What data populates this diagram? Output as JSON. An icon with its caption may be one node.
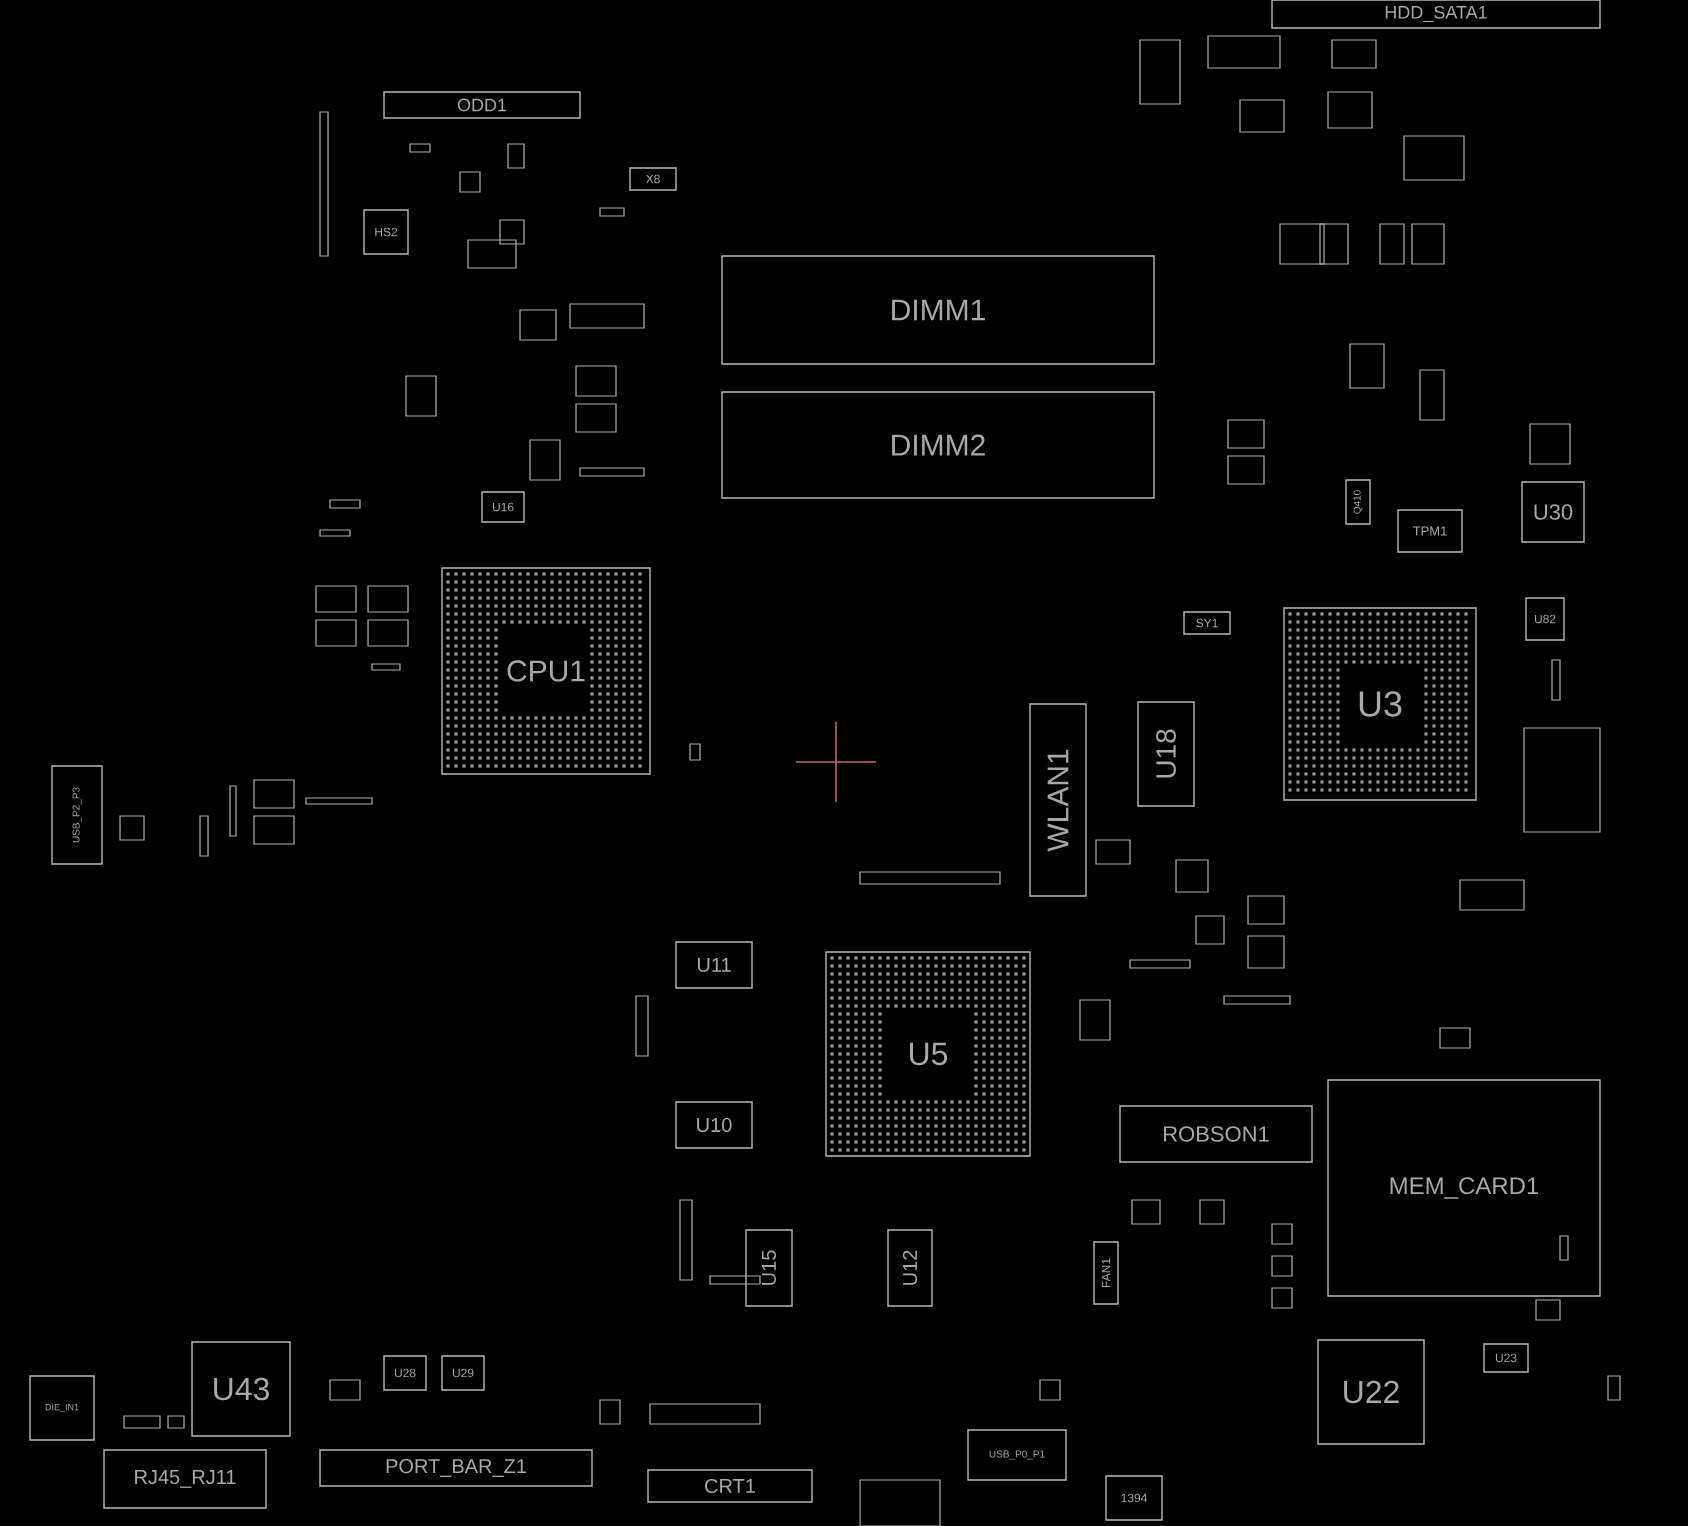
{
  "diagram": {
    "nodes": [
      {
        "text": [
          "HDD_SATA1"
        ]
      },
      {
        "text": [
          "ODD1"
        ]
      },
      {
        "text": [
          "X8"
        ]
      },
      {
        "text": [
          "HS2"
        ]
      },
      {
        "text": [
          "DIMM1"
        ]
      },
      {
        "text": [
          "DIMM2"
        ]
      },
      {
        "text": [
          "U16"
        ]
      },
      {
        "text": [
          "Q410"
        ]
      },
      {
        "text": [
          "TPM1"
        ]
      },
      {
        "text": [
          "U30"
        ]
      },
      {
        "text": [
          "CPU1"
        ]
      },
      {
        "text": [
          "SY1"
        ]
      },
      {
        "text": [
          "U82"
        ]
      },
      {
        "text": [
          "U3"
        ]
      },
      {
        "text": [
          "WLAN1"
        ]
      },
      {
        "text": [
          "U18"
        ]
      },
      {
        "text": [
          "USB_P2_P3"
        ]
      },
      {
        "text": [
          "U11"
        ]
      },
      {
        "text": [
          "U5"
        ]
      },
      {
        "text": [
          "U10"
        ]
      },
      {
        "text": [
          "ROBSON1"
        ]
      },
      {
        "text": [
          "MEM_CARD1"
        ]
      },
      {
        "text": [
          "U15"
        ]
      },
      {
        "text": [
          "U12"
        ]
      },
      {
        "text": [
          "FAN1"
        ]
      },
      {
        "text": [
          "U43"
        ]
      },
      {
        "text": [
          "U28"
        ]
      },
      {
        "text": [
          "U29"
        ]
      },
      {
        "text": [
          "U22"
        ]
      },
      {
        "text": [
          "U23"
        ]
      },
      {
        "text": [
          "DIE_IN1"
        ]
      },
      {
        "text": [
          "RJ45_RJ11"
        ]
      },
      {
        "text": [
          "PORT_BAR_Z1"
        ]
      },
      {
        "text": [
          "CRT1"
        ]
      },
      {
        "text": [
          "USB_P0_P1"
        ]
      },
      {
        "text": [
          "1394"
        ]
      }
    ]
  }
}
